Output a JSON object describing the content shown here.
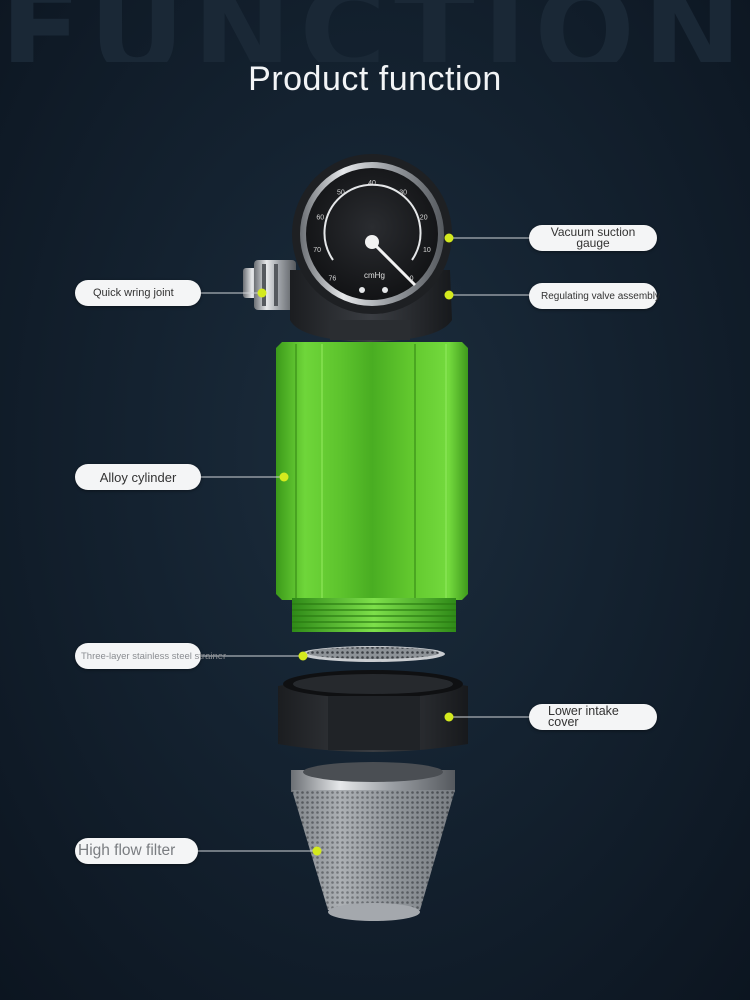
{
  "watermark": "FUNCTION",
  "title": "Product function",
  "labels": {
    "vacuum_gauge": "Vacuum suction gauge",
    "quick_joint": "Quick wring joint",
    "regulating_valve": "Regulating valve assembly",
    "alloy_cylinder": "Alloy cylinder",
    "strainer": "Three-layer stainless steel strainer",
    "lower_cover": "Lower intake cover",
    "high_flow_filter": "High flow filter"
  },
  "gauge": {
    "unit": "cmHg",
    "ticks": [
      "76",
      "70",
      "60",
      "50",
      "40",
      "30",
      "20",
      "10",
      "0"
    ]
  },
  "colors": {
    "accent": "#d4ea1e",
    "cylinder": "#5fcc2a",
    "background": "#142230"
  }
}
